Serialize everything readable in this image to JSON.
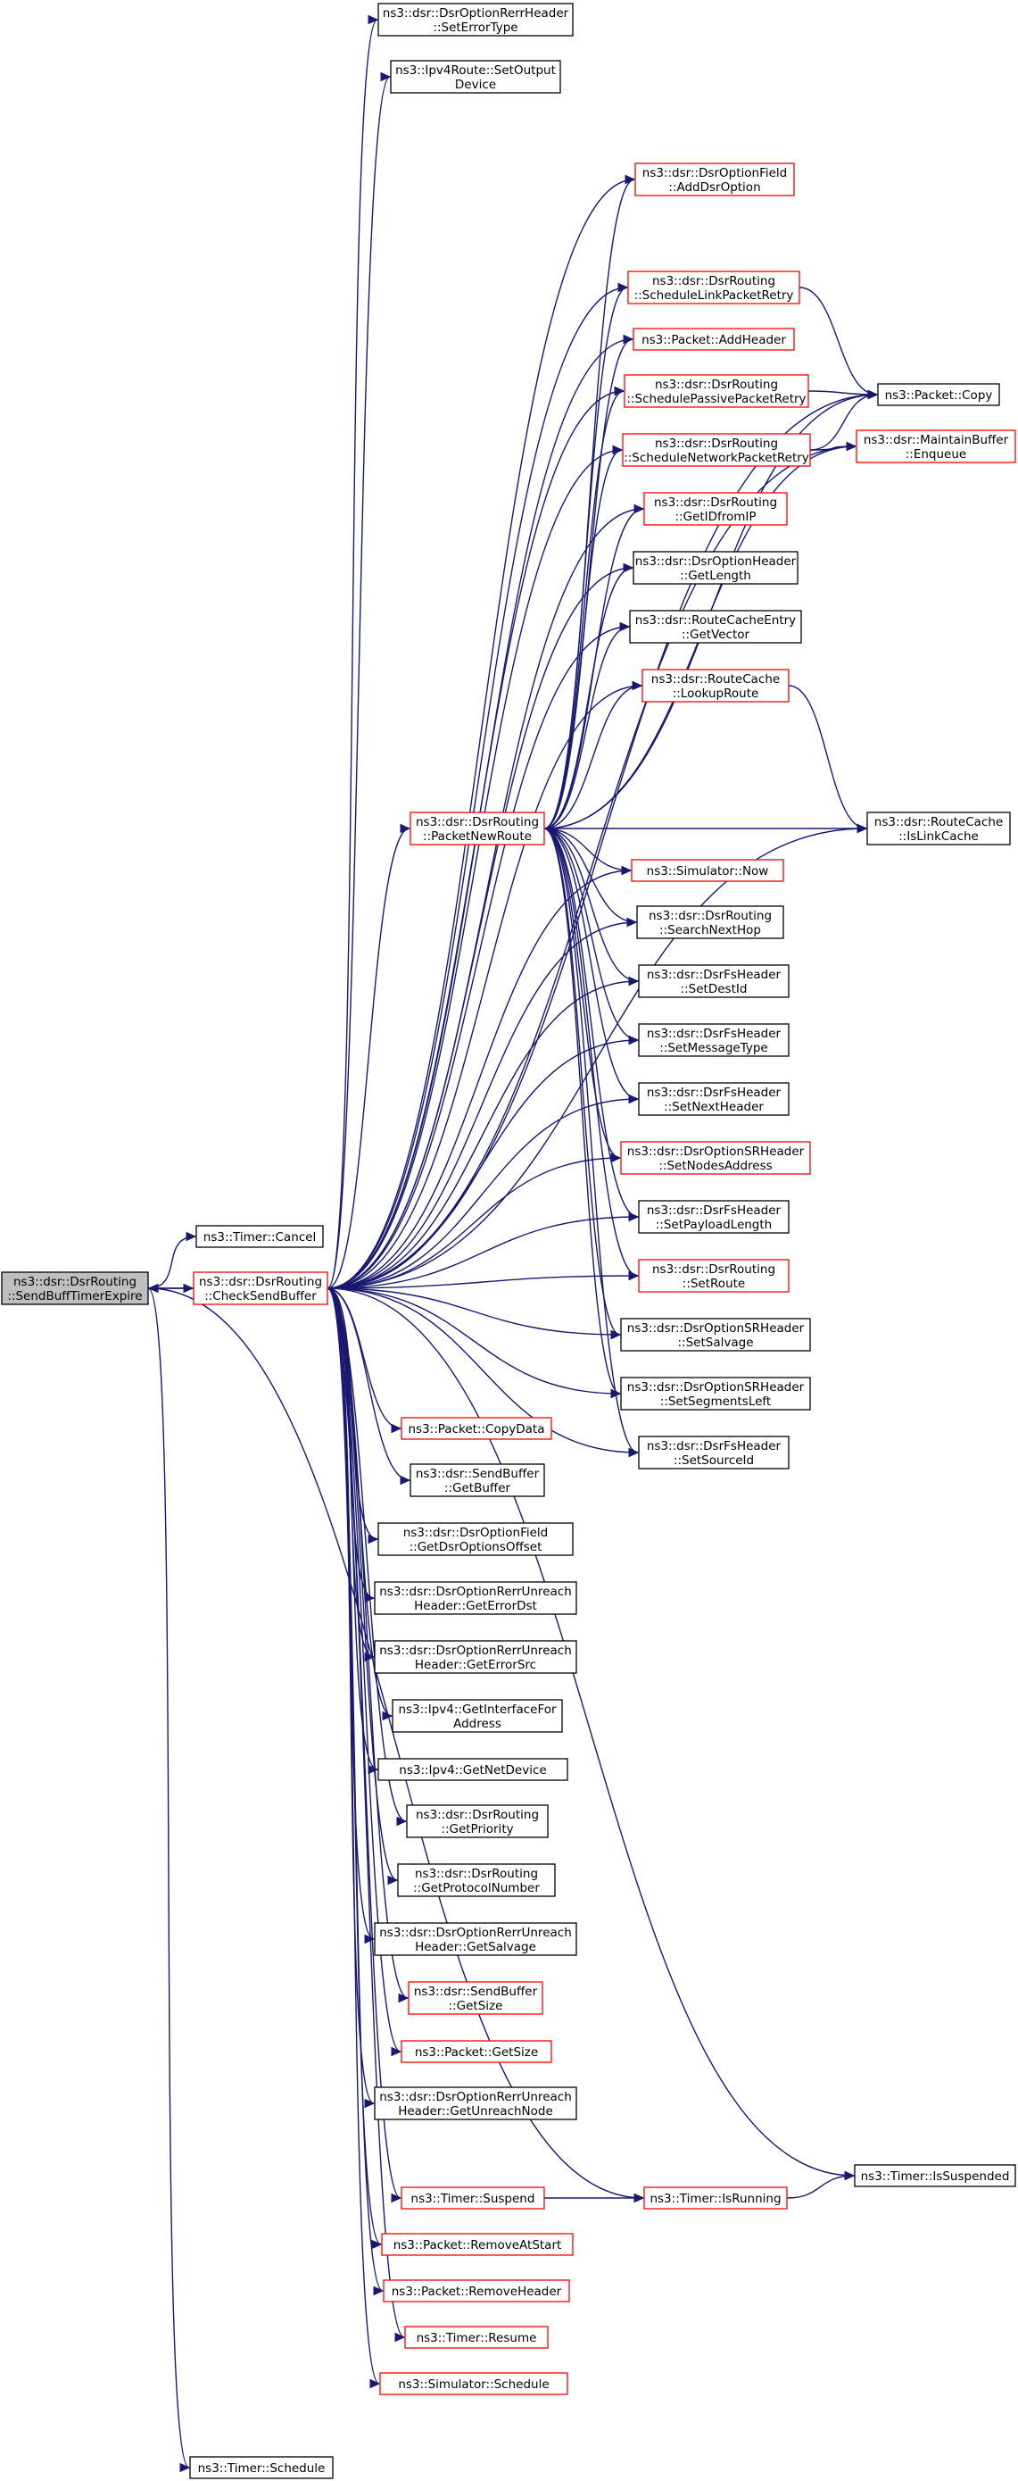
{
  "diagram": {
    "type": "call-graph",
    "nodes": [
      {
        "id": "root",
        "lines": [
          "ns3::dsr::DsrRouting",
          "::SendBuffTimerExpire"
        ],
        "style": "root"
      },
      {
        "id": "cancel",
        "lines": [
          "ns3::Timer::Cancel"
        ],
        "style": "black"
      },
      {
        "id": "check",
        "lines": [
          "ns3::dsr::DsrRouting",
          "::CheckSendBuffer"
        ],
        "style": "red"
      },
      {
        "id": "sched",
        "lines": [
          "ns3::Timer::Schedule"
        ],
        "style": "black"
      },
      {
        "id": "pnr",
        "lines": [
          "ns3::dsr::DsrRouting",
          "::PacketNewRoute"
        ],
        "style": "red"
      },
      {
        "id": "seterrtype",
        "lines": [
          "ns3::dsr::DsrOptionRerrHeader",
          "::SetErrorType"
        ],
        "style": "black"
      },
      {
        "id": "setoutdev",
        "lines": [
          "ns3::Ipv4Route::SetOutput",
          "Device"
        ],
        "style": "black"
      },
      {
        "id": "adddsropt",
        "lines": [
          "ns3::dsr::DsrOptionField",
          "::AddDsrOption"
        ],
        "style": "red"
      },
      {
        "id": "schedlink",
        "lines": [
          "ns3::dsr::DsrRouting",
          "::ScheduleLinkPacketRetry"
        ],
        "style": "red"
      },
      {
        "id": "addheader",
        "lines": [
          "ns3::Packet::AddHeader"
        ],
        "style": "red"
      },
      {
        "id": "schedpass",
        "lines": [
          "ns3::dsr::DsrRouting",
          "::SchedulePassivePacketRetry"
        ],
        "style": "red"
      },
      {
        "id": "schednet",
        "lines": [
          "ns3::dsr::DsrRouting",
          "::ScheduleNetworkPacketRetry"
        ],
        "style": "red"
      },
      {
        "id": "getid",
        "lines": [
          "ns3::dsr::DsrRouting",
          "::GetIDfromIP"
        ],
        "style": "red"
      },
      {
        "id": "getlen",
        "lines": [
          "ns3::dsr::DsrOptionHeader",
          "::GetLength"
        ],
        "style": "black"
      },
      {
        "id": "getvec",
        "lines": [
          "ns3::dsr::RouteCacheEntry",
          "::GetVector"
        ],
        "style": "black"
      },
      {
        "id": "lookup",
        "lines": [
          "ns3::dsr::RouteCache",
          "::LookupRoute"
        ],
        "style": "red"
      },
      {
        "id": "simnow",
        "lines": [
          "ns3::Simulator::Now"
        ],
        "style": "red"
      },
      {
        "id": "search",
        "lines": [
          "ns3::dsr::DsrRouting",
          "::SearchNextHop"
        ],
        "style": "black"
      },
      {
        "id": "setdest",
        "lines": [
          "ns3::dsr::DsrFsHeader",
          "::SetDestId"
        ],
        "style": "black"
      },
      {
        "id": "setmsg",
        "lines": [
          "ns3::dsr::DsrFsHeader",
          "::SetMessageType"
        ],
        "style": "black"
      },
      {
        "id": "setnext",
        "lines": [
          "ns3::dsr::DsrFsHeader",
          "::SetNextHeader"
        ],
        "style": "black"
      },
      {
        "id": "setnodes",
        "lines": [
          "ns3::dsr::DsrOptionSRHeader",
          "::SetNodesAddress"
        ],
        "style": "red"
      },
      {
        "id": "setpay",
        "lines": [
          "ns3::dsr::DsrFsHeader",
          "::SetPayloadLength"
        ],
        "style": "black"
      },
      {
        "id": "setroute",
        "lines": [
          "ns3::dsr::DsrRouting",
          "::SetRoute"
        ],
        "style": "red"
      },
      {
        "id": "setsalv",
        "lines": [
          "ns3::dsr::DsrOptionSRHeader",
          "::SetSalvage"
        ],
        "style": "black"
      },
      {
        "id": "setseg",
        "lines": [
          "ns3::dsr::DsrOptionSRHeader",
          "::SetSegmentsLeft"
        ],
        "style": "black"
      },
      {
        "id": "setsrc",
        "lines": [
          "ns3::dsr::DsrFsHeader",
          "::SetSourceId"
        ],
        "style": "black"
      },
      {
        "id": "pcopy",
        "lines": [
          "ns3::Packet::Copy"
        ],
        "style": "black"
      },
      {
        "id": "enqueue",
        "lines": [
          "ns3::dsr::MaintainBuffer",
          "::Enqueue"
        ],
        "style": "red"
      },
      {
        "id": "islink",
        "lines": [
          "ns3::dsr::RouteCache",
          "::IsLinkCache"
        ],
        "style": "black"
      },
      {
        "id": "copydata",
        "lines": [
          "ns3::Packet::CopyData"
        ],
        "style": "red"
      },
      {
        "id": "getbuf",
        "lines": [
          "ns3::dsr::SendBuffer",
          "::GetBuffer"
        ],
        "style": "black"
      },
      {
        "id": "getoptoff",
        "lines": [
          "ns3::dsr::DsrOptionField",
          "::GetDsrOptionsOffset"
        ],
        "style": "black"
      },
      {
        "id": "geterrdst",
        "lines": [
          "ns3::dsr::DsrOptionRerrUnreach",
          "Header::GetErrorDst"
        ],
        "style": "black"
      },
      {
        "id": "geterrsrc",
        "lines": [
          "ns3::dsr::DsrOptionRerrUnreach",
          "Header::GetErrorSrc"
        ],
        "style": "black"
      },
      {
        "id": "getiface",
        "lines": [
          "ns3::Ipv4::GetInterfaceFor",
          "Address"
        ],
        "style": "black"
      },
      {
        "id": "getnetdev",
        "lines": [
          "ns3::Ipv4::GetNetDevice"
        ],
        "style": "black"
      },
      {
        "id": "getprio",
        "lines": [
          "ns3::dsr::DsrRouting",
          "::GetPriority"
        ],
        "style": "black"
      },
      {
        "id": "getproto",
        "lines": [
          "ns3::dsr::DsrRouting",
          "::GetProtocolNumber"
        ],
        "style": "black"
      },
      {
        "id": "getsalv",
        "lines": [
          "ns3::dsr::DsrOptionRerrUnreach",
          "Header::GetSalvage"
        ],
        "style": "black"
      },
      {
        "id": "getsize1",
        "lines": [
          "ns3::dsr::SendBuffer",
          "::GetSize"
        ],
        "style": "red"
      },
      {
        "id": "getsize2",
        "lines": [
          "ns3::Packet::GetSize"
        ],
        "style": "red"
      },
      {
        "id": "getunreach",
        "lines": [
          "ns3::dsr::DsrOptionRerrUnreach",
          "Header::GetUnreachNode"
        ],
        "style": "black"
      },
      {
        "id": "issusp",
        "lines": [
          "ns3::Timer::IsSuspended"
        ],
        "style": "black"
      },
      {
        "id": "suspend",
        "lines": [
          "ns3::Timer::Suspend"
        ],
        "style": "red"
      },
      {
        "id": "isrun",
        "lines": [
          "ns3::Timer::IsRunning"
        ],
        "style": "red"
      },
      {
        "id": "rmstart",
        "lines": [
          "ns3::Packet::RemoveAtStart"
        ],
        "style": "red"
      },
      {
        "id": "rmheader",
        "lines": [
          "ns3::Packet::RemoveHeader"
        ],
        "style": "red"
      },
      {
        "id": "resume",
        "lines": [
          "ns3::Timer::Resume"
        ],
        "style": "red"
      },
      {
        "id": "simsched",
        "lines": [
          "ns3::Simulator::Schedule"
        ],
        "style": "red"
      }
    ],
    "edges": [
      [
        "root",
        "cancel"
      ],
      [
        "root",
        "check"
      ],
      [
        "root",
        "sched"
      ],
      [
        "root",
        "isrun"
      ],
      [
        "check",
        "root"
      ],
      [
        "check",
        "pnr"
      ],
      [
        "check",
        "seterrtype"
      ],
      [
        "check",
        "setoutdev"
      ],
      [
        "check",
        "adddsropt"
      ],
      [
        "check",
        "schedlink"
      ],
      [
        "check",
        "addheader"
      ],
      [
        "check",
        "schedpass"
      ],
      [
        "check",
        "schednet"
      ],
      [
        "check",
        "pcopy"
      ],
      [
        "check",
        "enqueue"
      ],
      [
        "check",
        "getid"
      ],
      [
        "check",
        "getlen"
      ],
      [
        "check",
        "getvec"
      ],
      [
        "check",
        "lookup"
      ],
      [
        "check",
        "simnow"
      ],
      [
        "check",
        "search"
      ],
      [
        "check",
        "setdest"
      ],
      [
        "check",
        "setmsg"
      ],
      [
        "check",
        "setnext"
      ],
      [
        "check",
        "setnodes"
      ],
      [
        "check",
        "setpay"
      ],
      [
        "check",
        "setroute"
      ],
      [
        "check",
        "setsalv"
      ],
      [
        "check",
        "setseg"
      ],
      [
        "check",
        "setsrc"
      ],
      [
        "check",
        "islink"
      ],
      [
        "check",
        "copydata"
      ],
      [
        "check",
        "getbuf"
      ],
      [
        "check",
        "getoptoff"
      ],
      [
        "check",
        "geterrdst"
      ],
      [
        "check",
        "geterrsrc"
      ],
      [
        "check",
        "getiface"
      ],
      [
        "check",
        "getnetdev"
      ],
      [
        "check",
        "getprio"
      ],
      [
        "check",
        "getproto"
      ],
      [
        "check",
        "getsalv"
      ],
      [
        "check",
        "getsize1"
      ],
      [
        "check",
        "getsize2"
      ],
      [
        "check",
        "getunreach"
      ],
      [
        "check",
        "issusp"
      ],
      [
        "check",
        "suspend"
      ],
      [
        "check",
        "rmstart"
      ],
      [
        "check",
        "rmheader"
      ],
      [
        "check",
        "resume"
      ],
      [
        "check",
        "simsched"
      ],
      [
        "pnr",
        "adddsropt"
      ],
      [
        "pnr",
        "schedlink"
      ],
      [
        "pnr",
        "addheader"
      ],
      [
        "pnr",
        "schedpass"
      ],
      [
        "pnr",
        "schednet"
      ],
      [
        "pnr",
        "pcopy"
      ],
      [
        "pnr",
        "enqueue"
      ],
      [
        "pnr",
        "getid"
      ],
      [
        "pnr",
        "getlen"
      ],
      [
        "pnr",
        "getvec"
      ],
      [
        "pnr",
        "lookup"
      ],
      [
        "pnr",
        "islink"
      ],
      [
        "pnr",
        "simnow"
      ],
      [
        "pnr",
        "search"
      ],
      [
        "pnr",
        "setdest"
      ],
      [
        "pnr",
        "setmsg"
      ],
      [
        "pnr",
        "setnext"
      ],
      [
        "pnr",
        "setnodes"
      ],
      [
        "pnr",
        "setpay"
      ],
      [
        "pnr",
        "setroute"
      ],
      [
        "pnr",
        "setsalv"
      ],
      [
        "pnr",
        "setseg"
      ],
      [
        "pnr",
        "setsrc"
      ],
      [
        "schedlink",
        "pcopy"
      ],
      [
        "schedpass",
        "pcopy"
      ],
      [
        "schednet",
        "pcopy"
      ],
      [
        "schednet",
        "enqueue"
      ],
      [
        "lookup",
        "islink"
      ],
      [
        "suspend",
        "isrun"
      ],
      [
        "isrun",
        "issusp"
      ]
    ]
  },
  "colors": {
    "edge": "#191970",
    "red_border": "#ff0000",
    "black_border": "#000000",
    "root_fill": "#bfbfbf",
    "root_border": "#000000",
    "node_fill": "#ffffff"
  }
}
